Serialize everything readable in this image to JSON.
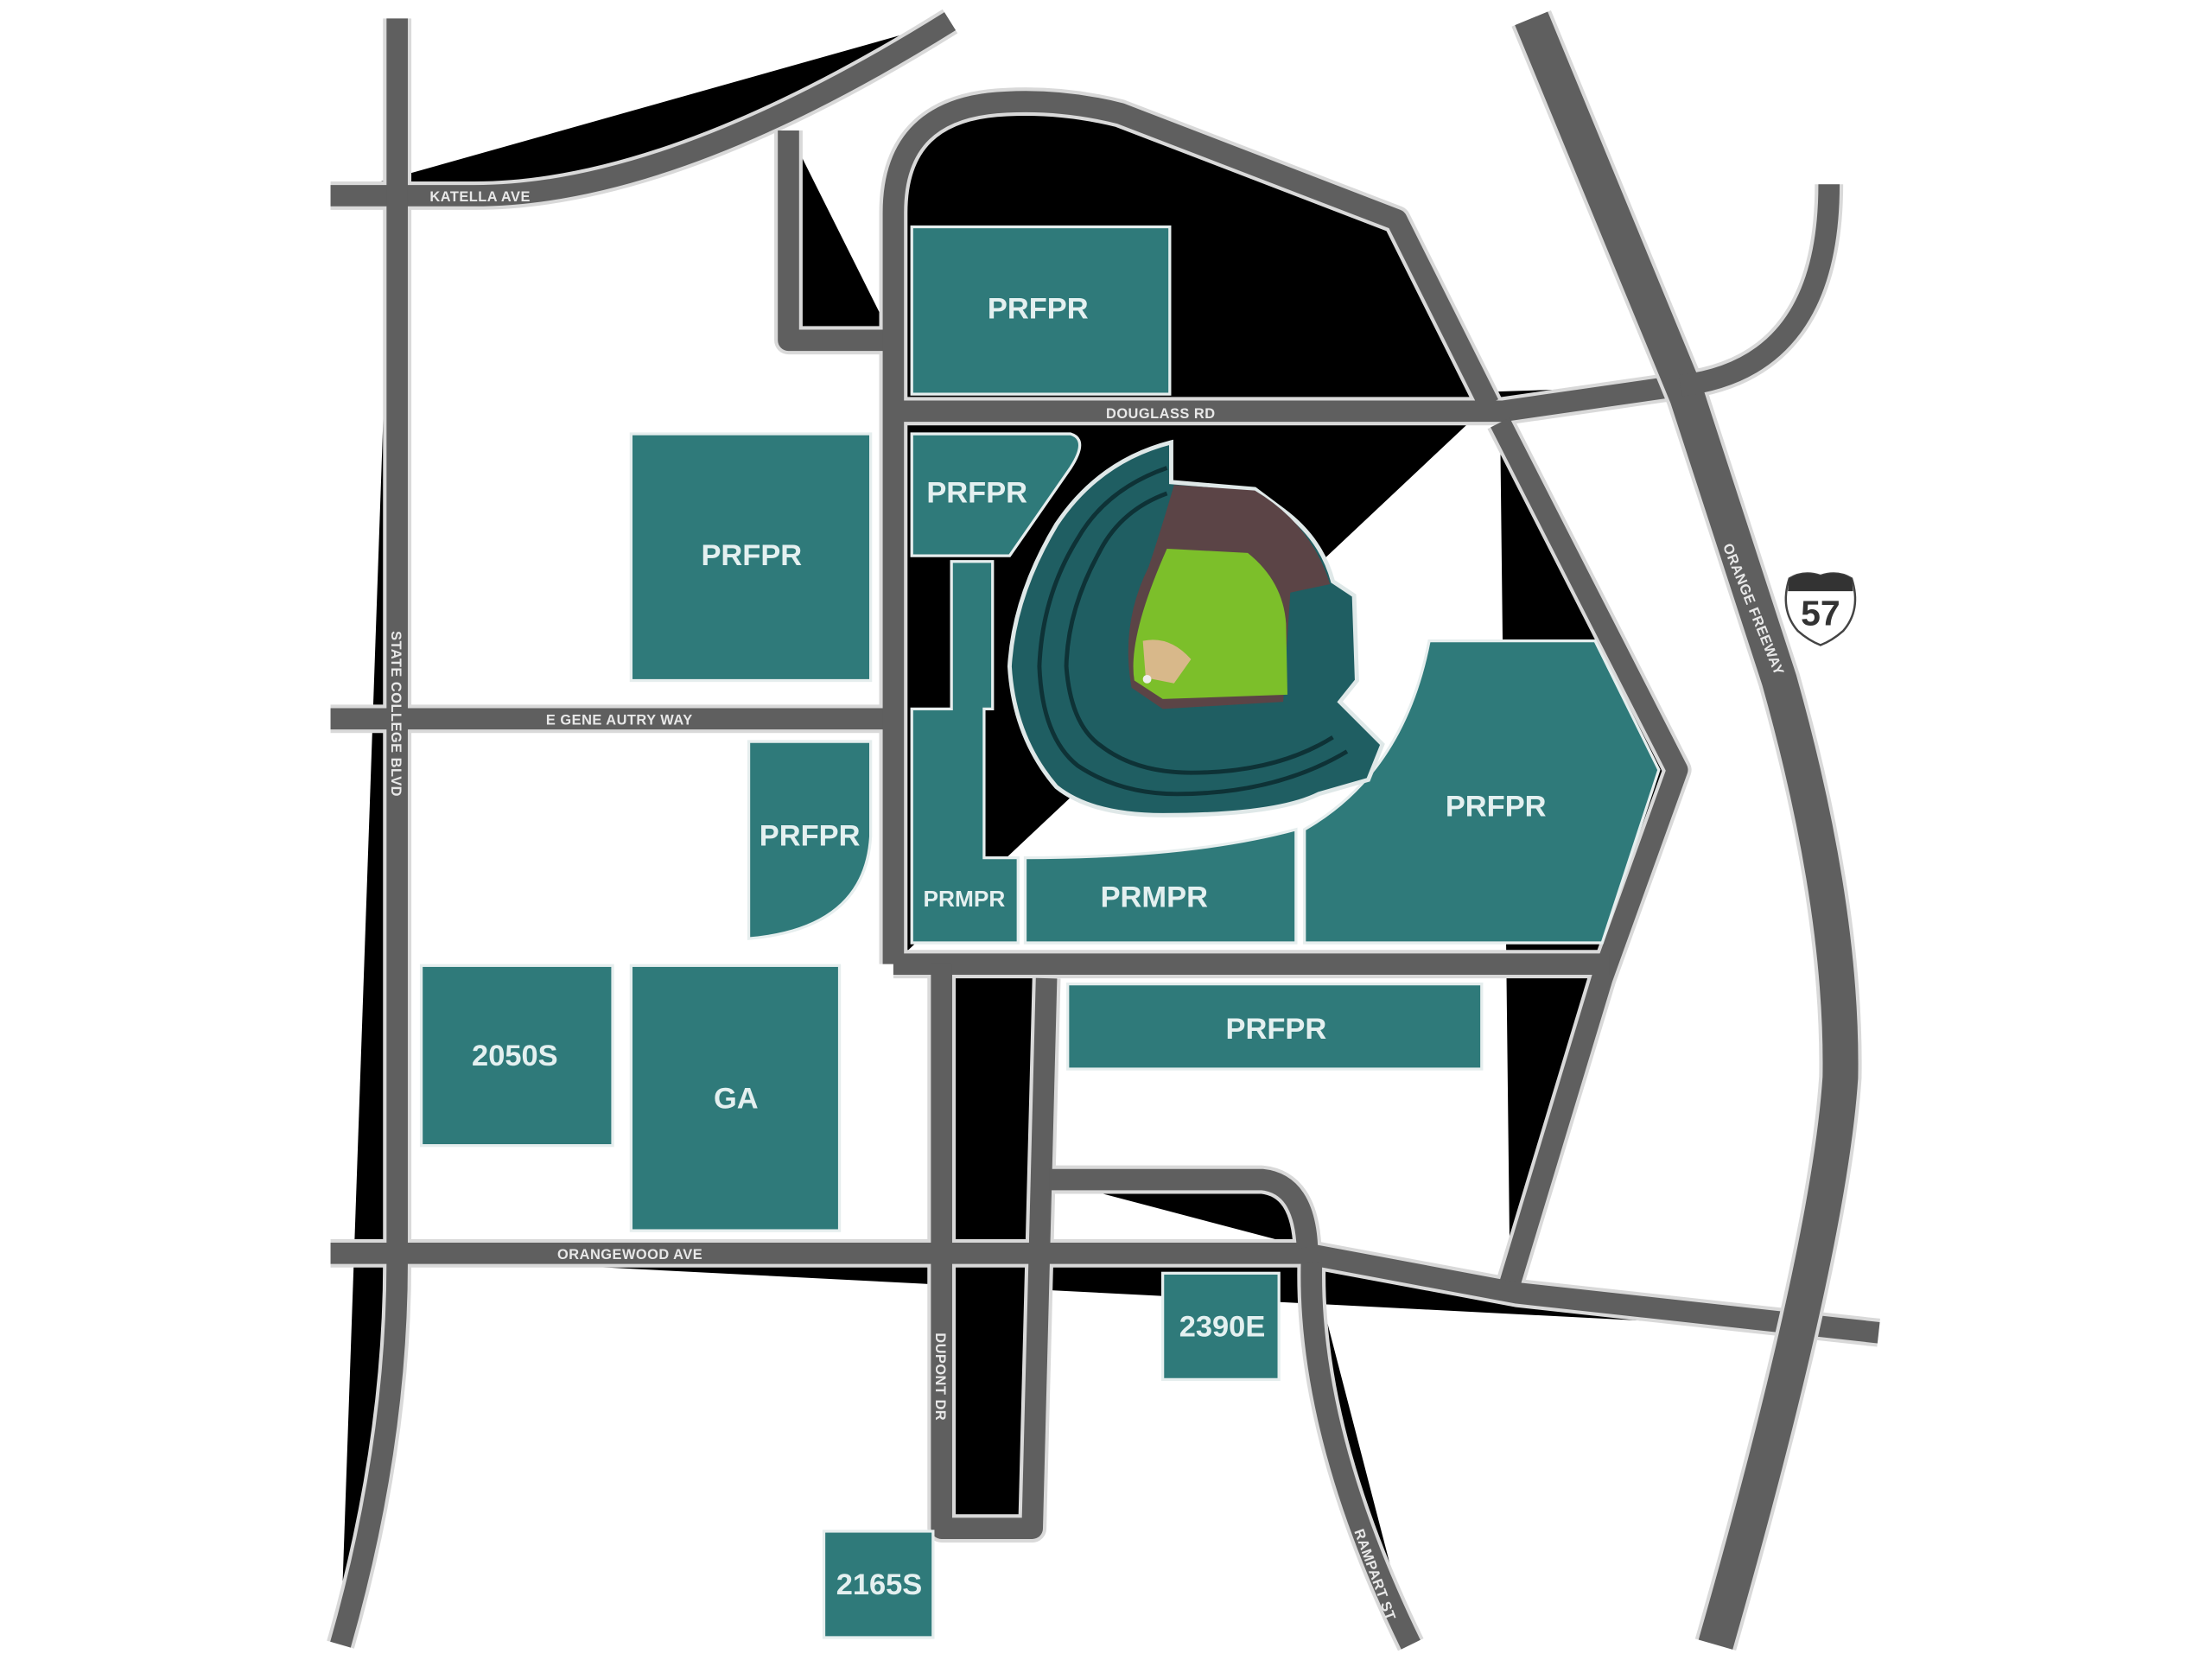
{
  "streets": {
    "katella": "KATELLA AVE",
    "douglass": "DOUGLASS RD",
    "gene_autry": "E GENE AUTRY WAY",
    "state_college": "STATE COLLEGE BLVD",
    "orangewood": "ORANGEWOOD AVE",
    "dupont": "DUPONT DR",
    "rampart": "RAMPART ST",
    "orange_freeway": "ORANGE FREEWAY"
  },
  "highway_shield": {
    "number": "57",
    "icon": "interstate-shield-icon"
  },
  "lots": [
    {
      "label": "PRFPR"
    },
    {
      "label": "PRFPR"
    },
    {
      "label": "PRFPR"
    },
    {
      "label": "PRFPR"
    },
    {
      "label": "PRMPR"
    },
    {
      "label": "PRMPR"
    },
    {
      "label": "PRFPR"
    },
    {
      "label": "PRFPR"
    },
    {
      "label": "2050S"
    },
    {
      "label": "GA"
    },
    {
      "label": "2390E"
    },
    {
      "label": "2165S"
    }
  ],
  "colors": {
    "lot": "#2f7a7a",
    "road": "#5f5f5f",
    "field": "#7cbf2a",
    "stands": "#1f5e62"
  }
}
